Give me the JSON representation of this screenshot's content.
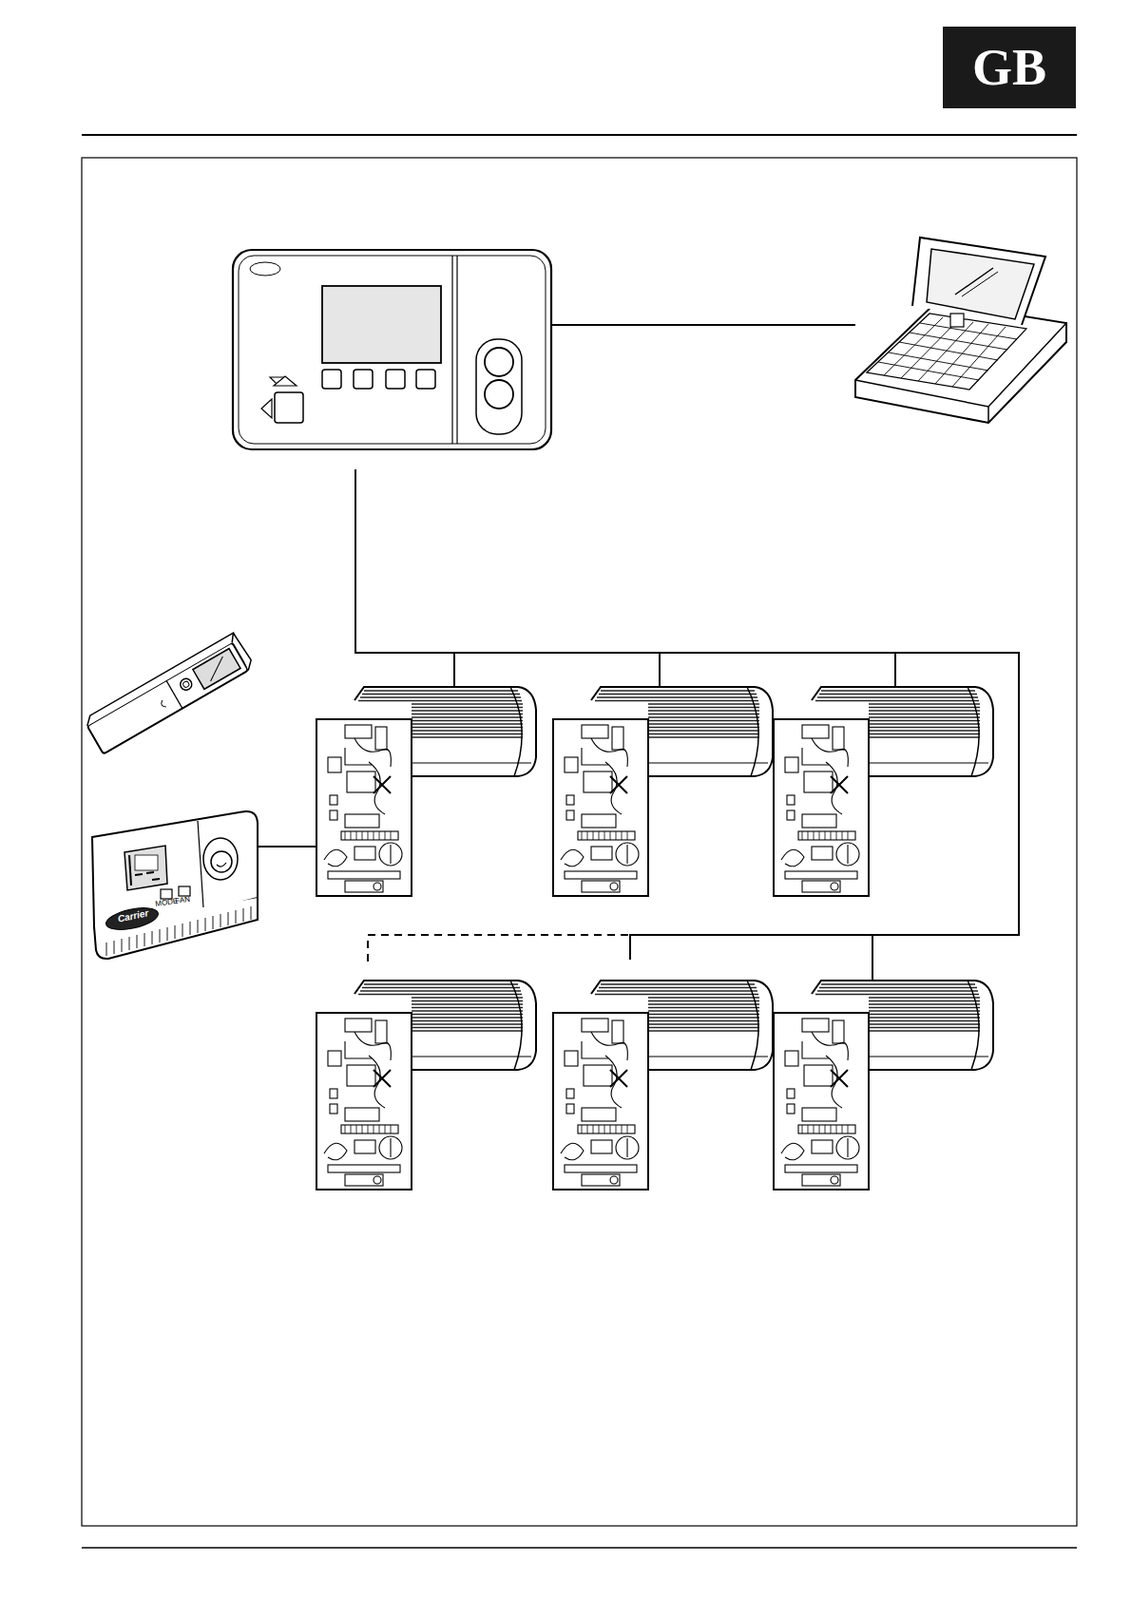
{
  "diagram": {
    "nodes": [
      {
        "text": [
          "GB"
        ]
      }
    ],
    "labels": [
      "MODE",
      "FAN",
      "Carrier"
    ]
  }
}
